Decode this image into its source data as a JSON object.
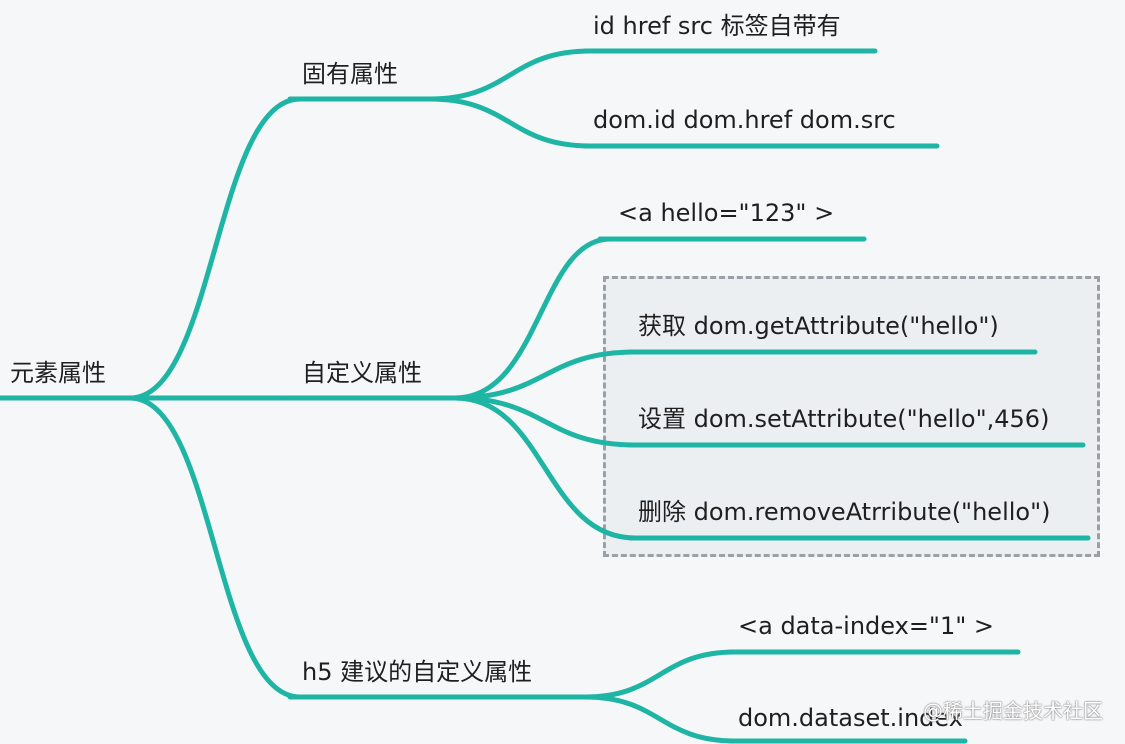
{
  "diagram": {
    "root": "元素属性",
    "branches": [
      {
        "label": "固有属性",
        "leaves": [
          "id href src 标签自带有",
          "dom.id  dom.href dom.src"
        ]
      },
      {
        "label": "自定义属性",
        "leaves": [
          "<a  hello=\"123\" >",
          "获取 dom.getAttribute(\"hello\")",
          "设置 dom.setAttribute(\"hello\",456)",
          "删除 dom.removeAtrribute(\"hello\")"
        ]
      },
      {
        "label": "h5 建议的自定义属性",
        "leaves": [
          "<a data-index=\"1\" >",
          "dom.dataset.index"
        ]
      }
    ],
    "line_color": "#1fb5a5"
  },
  "watermark": "@稀土掘金技术社区"
}
